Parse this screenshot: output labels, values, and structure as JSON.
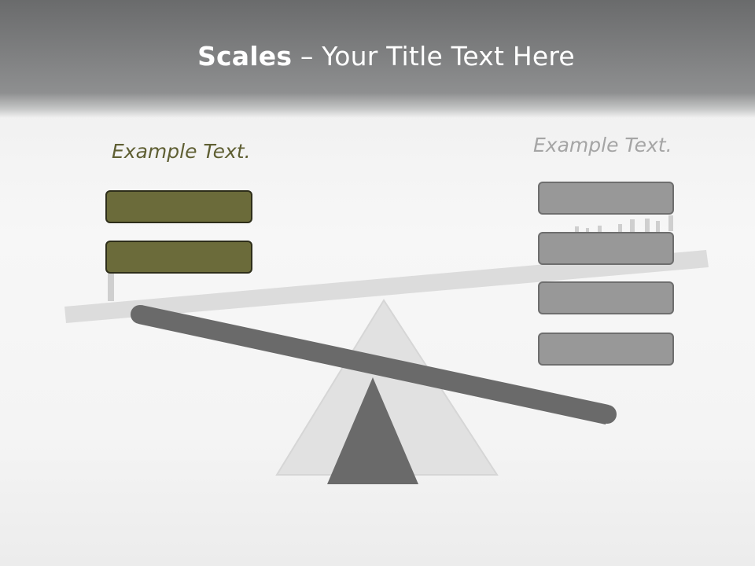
{
  "slide": {
    "title_bold": "Scales",
    "title_rest": " – Your Title Text Here",
    "left_label": "Example Text.",
    "right_label": "Example Text."
  },
  "boxes": {
    "left_count": 2,
    "right_count": 4
  },
  "colors": {
    "olive_fill": "#6b6b3a",
    "olive_text": "#5f5f33",
    "grey_fill": "#989898",
    "beam": "#6a6a6a",
    "fulcrum": "#6a6a6a"
  }
}
